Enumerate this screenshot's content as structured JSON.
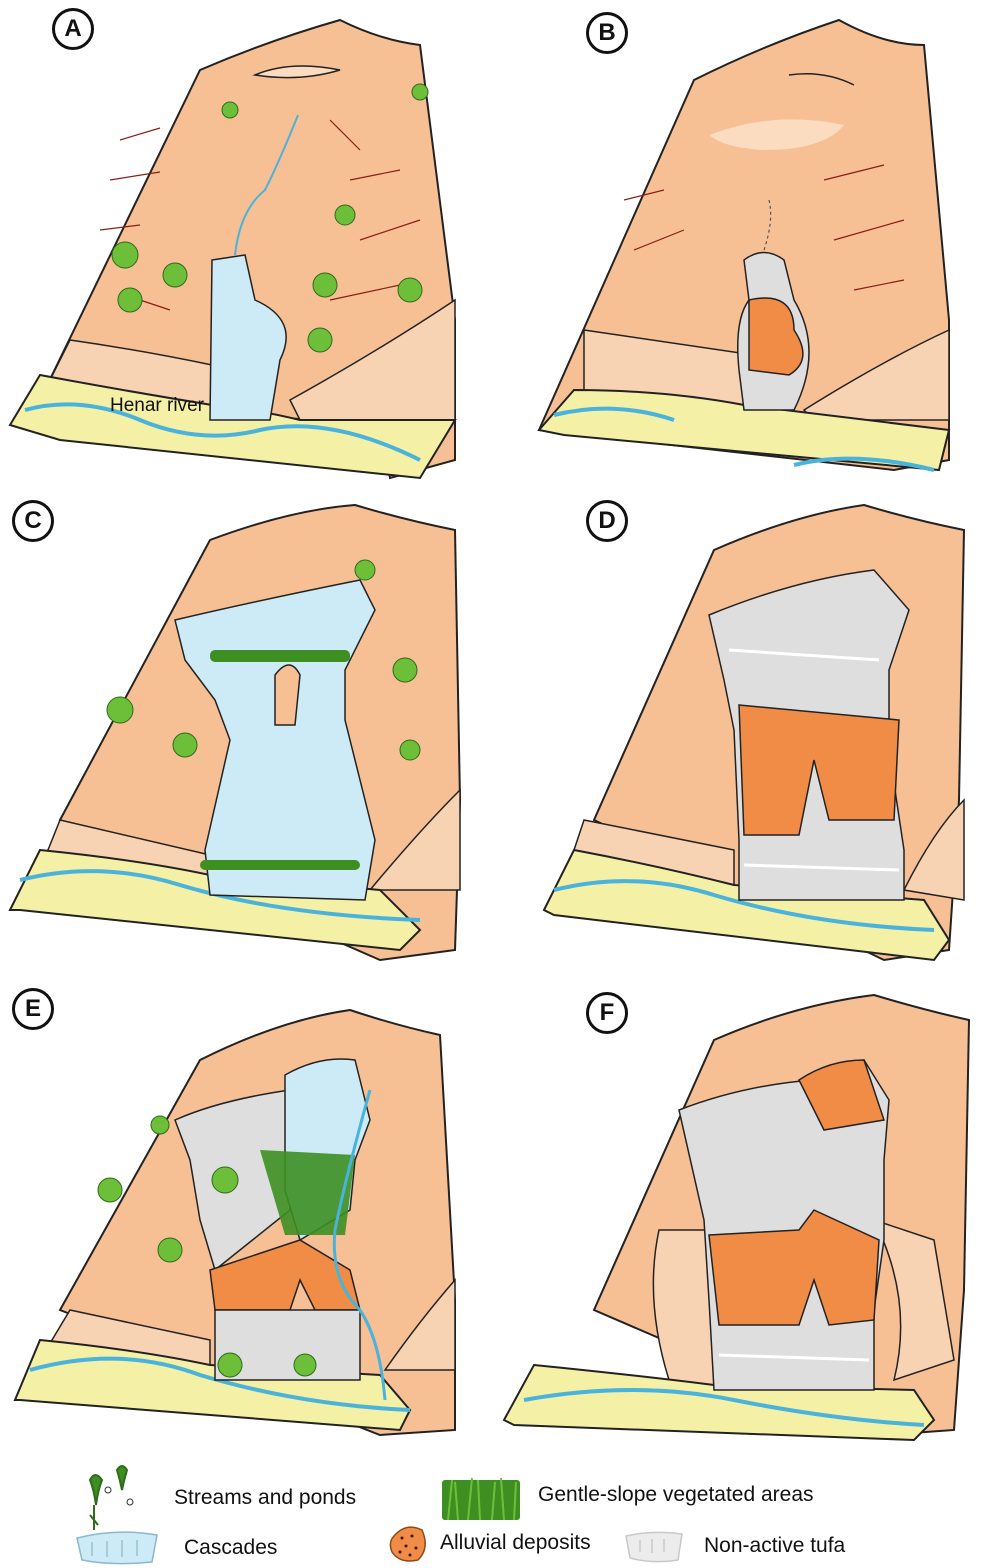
{
  "panels": [
    {
      "label": "A",
      "state": "active",
      "river_label": "Henar river"
    },
    {
      "label": "B",
      "state": "inactive"
    },
    {
      "label": "C",
      "state": "active"
    },
    {
      "label": "D",
      "state": "inactive"
    },
    {
      "label": "E",
      "state": "mixed"
    },
    {
      "label": "F",
      "state": "inactive"
    }
  ],
  "legend": {
    "streams": "Streams and ponds",
    "vegetated": "Gentle-slope vegetated areas",
    "cascades": "Cascades",
    "alluvial": "Alluvial deposits",
    "nonactive": "Non-active tufa"
  },
  "colors": {
    "slope": "#f6bf94",
    "slope_light": "#fbdcc0",
    "cliff": "#f8d3b3",
    "floodplain": "#f4f1a6",
    "river": "#4ab3dc",
    "water": "#cdeaf7",
    "tufa": "#dededf",
    "alluvial": "#f08c45",
    "tree": "#6dbf3a",
    "grass": "#3d8f22",
    "contour": "#8b1e14"
  }
}
